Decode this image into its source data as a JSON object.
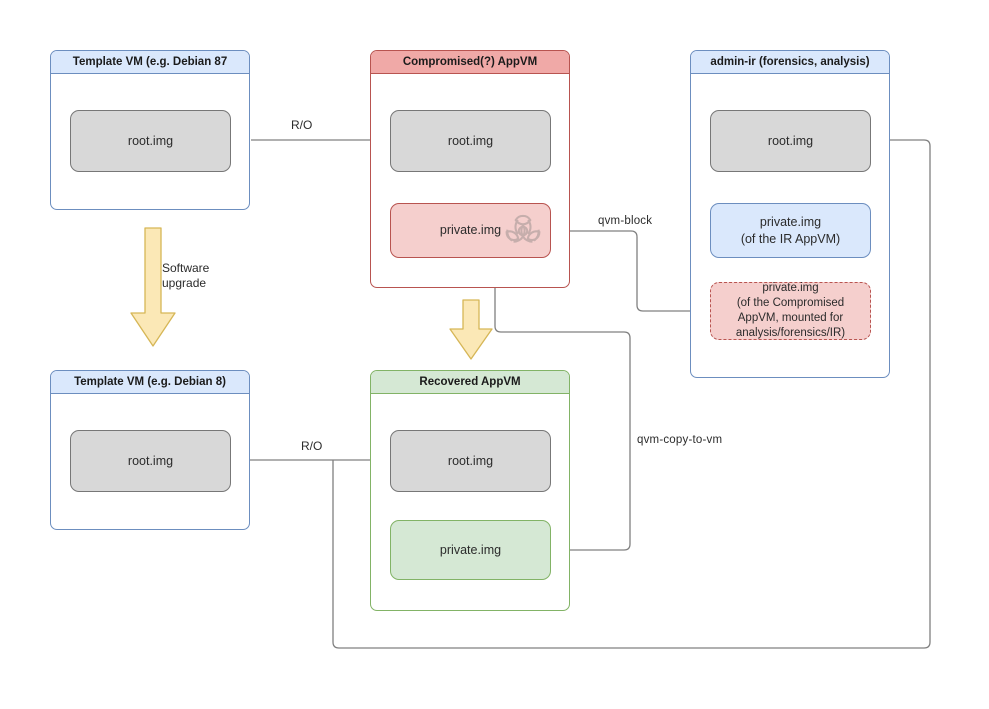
{
  "diagram": {
    "title": "Qubes OS AppVM compromise recovery and forensics flow",
    "colors": {
      "blue_fill": "#dae8fc",
      "blue_stroke": "#6c8ebf",
      "red_fill": "#f5cfcd",
      "red_header": "#f0a9a7",
      "red_stroke": "#b85450",
      "green_fill": "#d5e8d4",
      "green_stroke": "#82b366",
      "grey_fill": "#d8d8d8",
      "grey_stroke": "#777777",
      "arrow_fill": "#fbe8b6",
      "arrow_stroke": "#d6b656",
      "edge_stroke": "#808080"
    },
    "vms": {
      "template_old": {
        "title": "Template VM (e.g. Debian 87",
        "nodes": [
          {
            "label": "root.img",
            "style": "grey"
          }
        ]
      },
      "compromised": {
        "title": "Compromised(?) AppVM",
        "nodes": [
          {
            "label": "root.img",
            "style": "grey"
          },
          {
            "label": "private.img",
            "style": "red",
            "icon": "biohazard-icon"
          }
        ]
      },
      "admin_ir": {
        "title": "admin-ir (forensics, analysis)",
        "nodes": [
          {
            "label": "root.img",
            "style": "grey"
          },
          {
            "label": "private.img\n(of the IR AppVM)",
            "style": "blue"
          },
          {
            "label": "private.img\n(of the Compromised\nAppVM, mounted for\nanalysis/forensics/IR)",
            "style": "red-dashed"
          }
        ]
      },
      "template_new": {
        "title": "Template VM (e.g. Debian 8)",
        "nodes": [
          {
            "label": "root.img",
            "style": "grey"
          }
        ]
      },
      "recovered": {
        "title": "Recovered AppVM",
        "nodes": [
          {
            "label": "root.img",
            "style": "grey"
          },
          {
            "label": "private.img",
            "style": "green"
          }
        ]
      }
    },
    "edge_labels": {
      "ro_top": "R/O",
      "ro_bottom": "R/O",
      "qvm_block": "qvm-block",
      "qvm_copy_to_vm": "qvm-copy-to-vm",
      "software_upgrade": "Software\nupgrade"
    },
    "node_texts": {
      "root_img": "root.img",
      "private_img": "private.img",
      "private_img_ir_l1": "private.img",
      "private_img_ir_l2": "(of the IR AppVM)",
      "private_img_comp_l1": "private.img",
      "private_img_comp_l2": "(of the Compromised",
      "private_img_comp_l3": "AppVM, mounted for",
      "private_img_comp_l4": "analysis/forensics/IR)"
    }
  }
}
